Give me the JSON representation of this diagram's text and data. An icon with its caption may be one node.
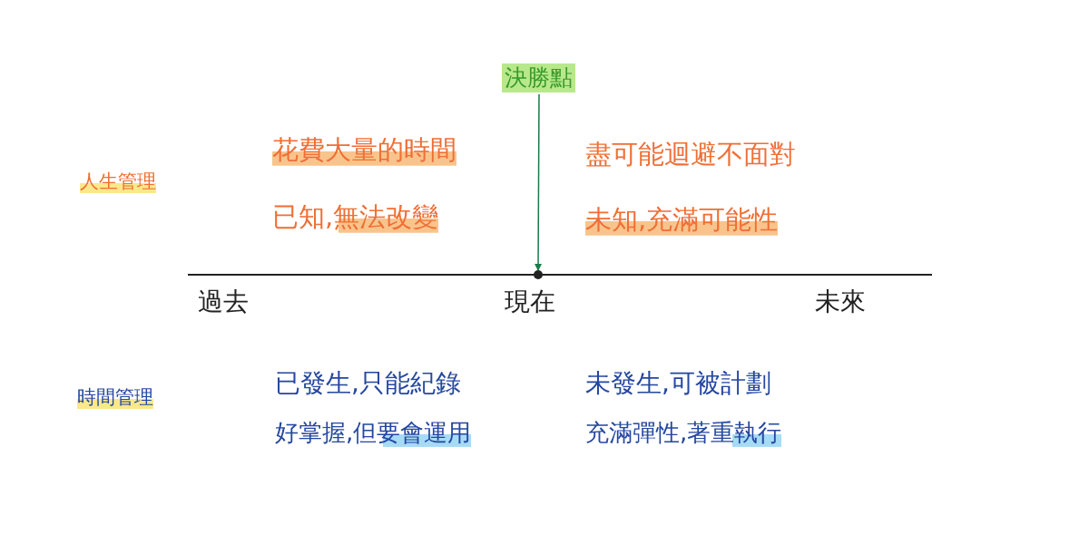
{
  "diagram": {
    "nodes": [
      {
        "text": [
          "決勝點"
        ]
      },
      {
        "text": [],
        "shape": "circle"
      }
    ],
    "edges": [
      {
        "from": 0,
        "to": 1,
        "arrow": "to"
      }
    ],
    "labels": [
      "花費大量的時間",
      "盡可能迴避不面對",
      "人生管理",
      "已知,無法改變",
      "未知,充滿可能性",
      "過去",
      "現在",
      "未來",
      "已發生,只能紀錄",
      "未發生,可被計劃",
      "時間管理",
      "好掌握,但要會運用",
      "充滿彈性,著重執行"
    ]
  }
}
